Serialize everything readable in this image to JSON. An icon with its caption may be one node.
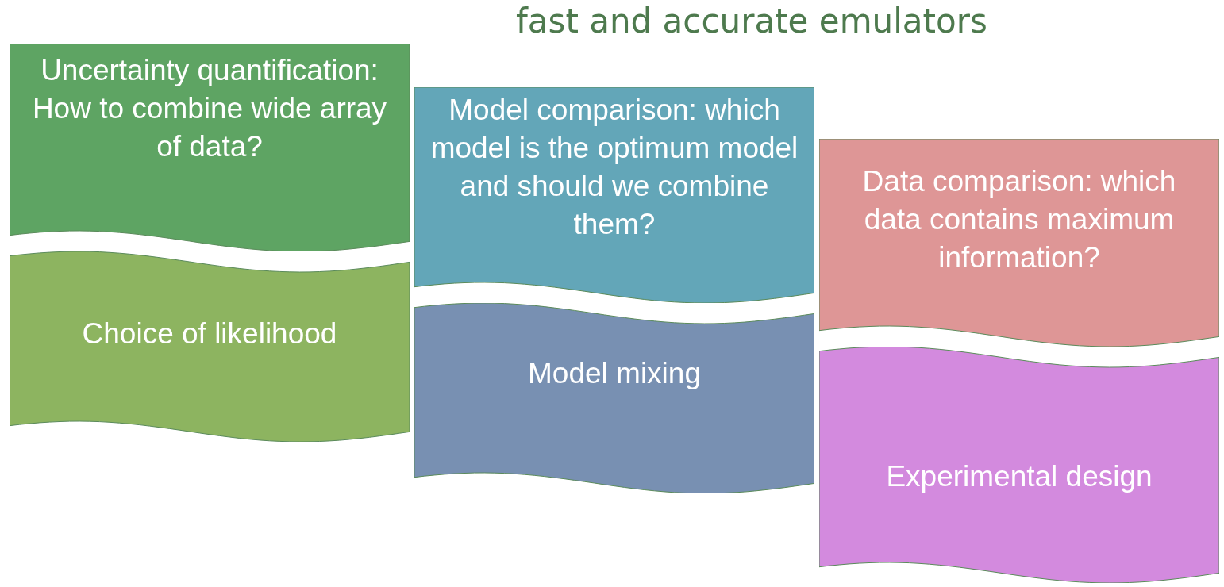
{
  "diagram": {
    "nodes": [
      {
        "text": [
          "Uncertainty quantification: How to combine wide array of data?"
        ]
      },
      {
        "text": [
          "Choice of likelihood"
        ]
      },
      {
        "text": [
          "Model comparison: which model is the optimum model and should we combine them?"
        ]
      },
      {
        "text": [
          "Model mixing"
        ]
      },
      {
        "text": [
          "Data comparison: which data contains maximum information?"
        ]
      },
      {
        "text": [
          "Experimental design"
        ]
      }
    ],
    "edges": [],
    "labels": [
      "fast and accurate emulators"
    ]
  }
}
